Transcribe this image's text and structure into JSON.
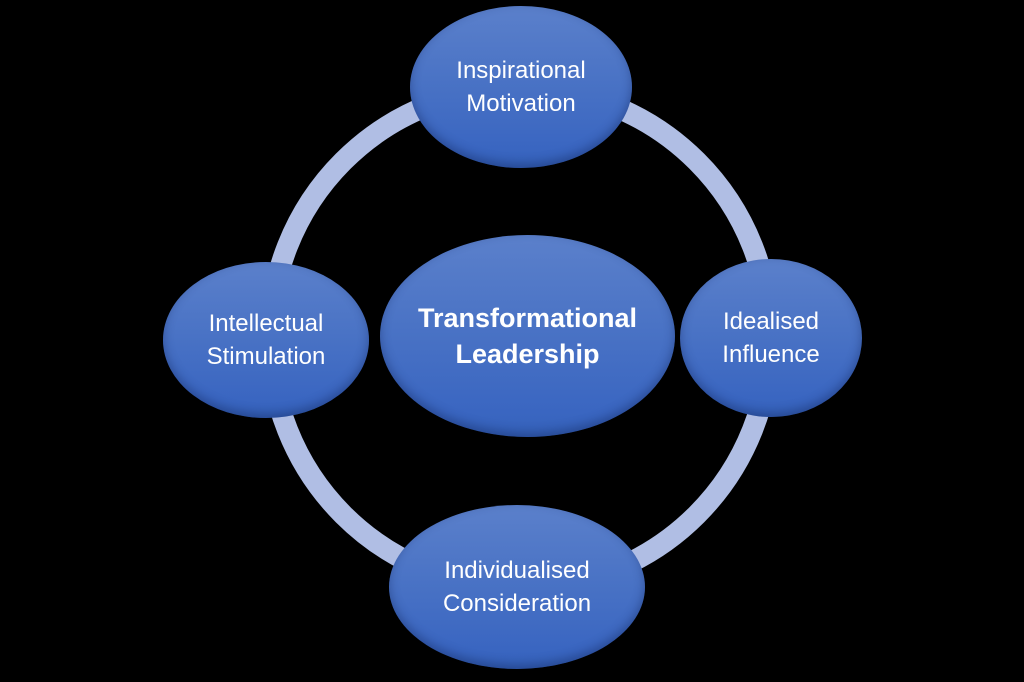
{
  "diagram": {
    "title": "Transformational Leadership",
    "center_node": {
      "label": "Transformational Leadership"
    },
    "nodes": [
      {
        "id": "top",
        "position": "top",
        "label": "Inspirational Motivation"
      },
      {
        "id": "right",
        "position": "right",
        "label": "Idealised Influence"
      },
      {
        "id": "bottom",
        "position": "bottom",
        "label": "Individualised Consideration"
      },
      {
        "id": "left",
        "position": "left",
        "label": "Intellectual Stimulation"
      }
    ],
    "colors": {
      "background": "#000000",
      "node_fill_top": "#5b80cb",
      "node_fill_bottom": "#3a66c1",
      "ring": "#b0bee4",
      "text": "#ffffff"
    }
  }
}
